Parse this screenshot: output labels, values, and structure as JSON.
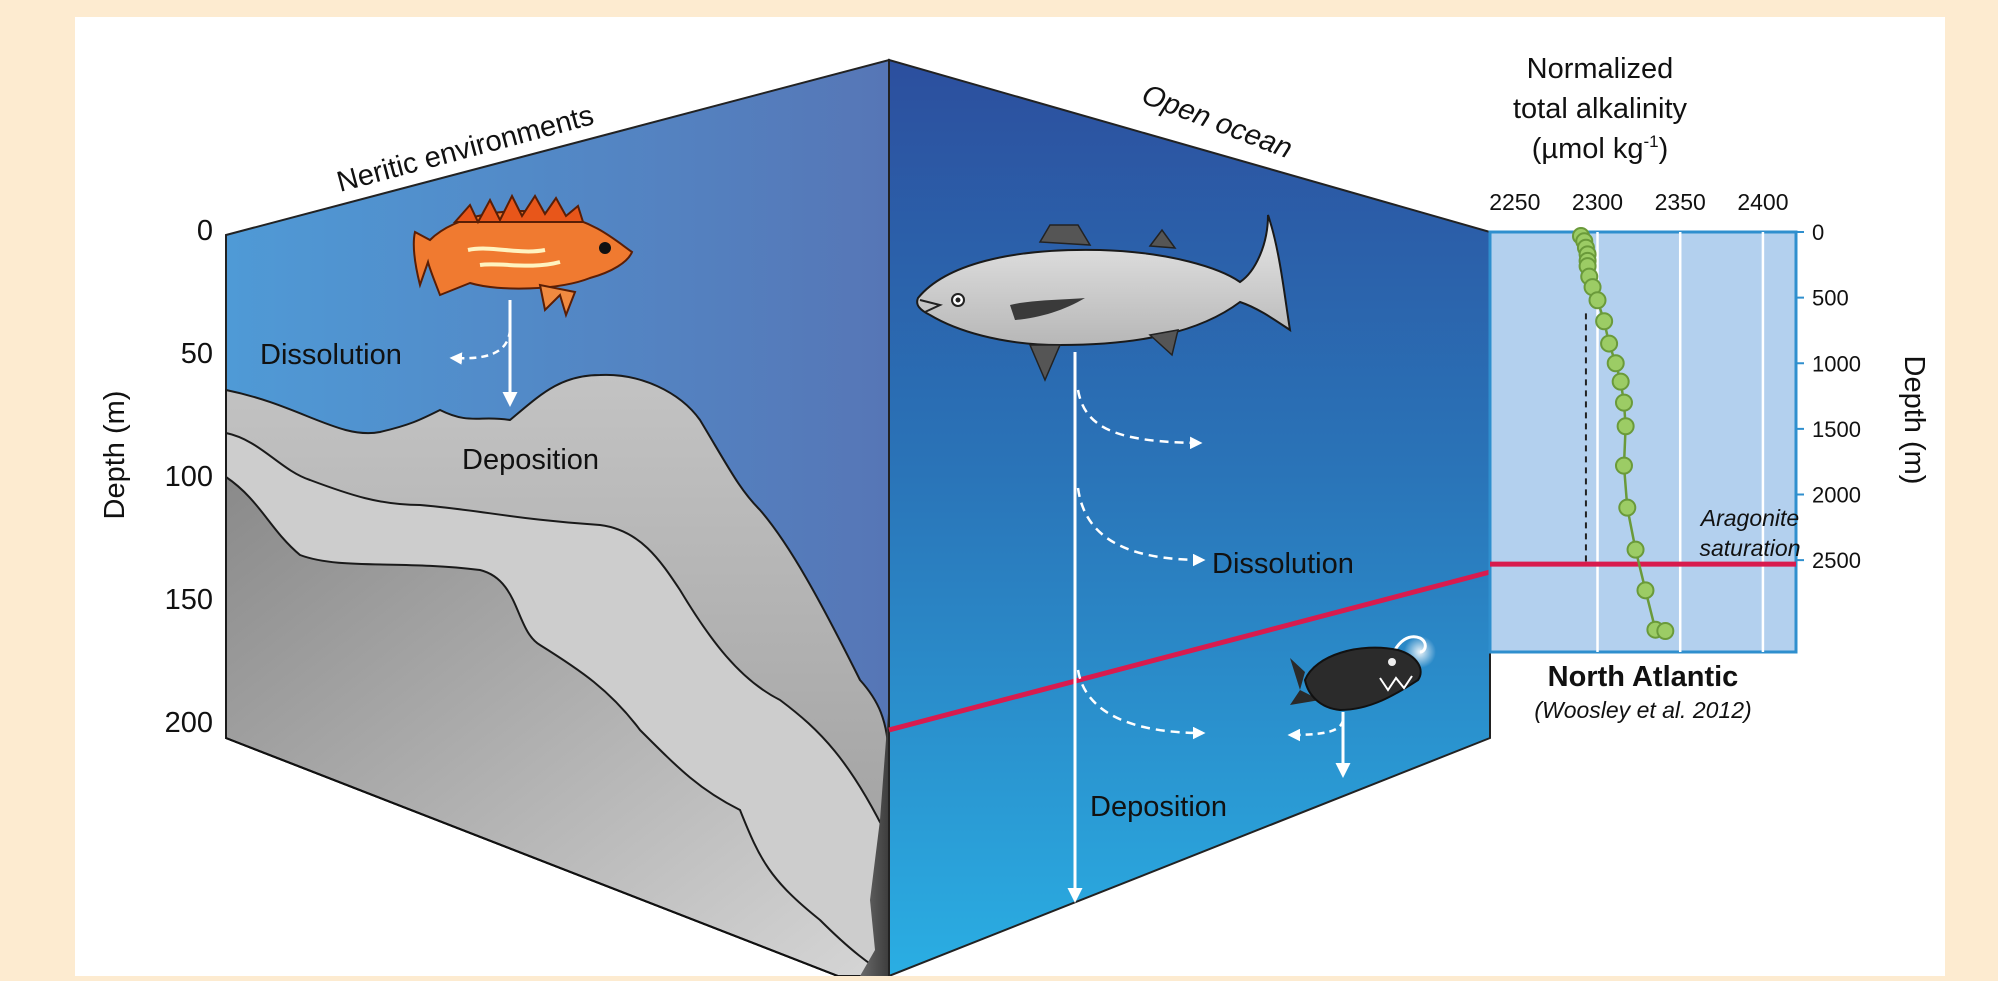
{
  "neritic": {
    "title": "Neritic environments",
    "depth_axis_label": "Depth (m)",
    "depth_ticks": [
      "0",
      "50",
      "100",
      "150",
      "200"
    ],
    "dissolution_label": "Dissolution",
    "deposition_label": "Deposition"
  },
  "open_ocean": {
    "title": "Open ocean",
    "dissolution_label": "Dissolution",
    "deposition_label": "Deposition"
  },
  "chart": {
    "title_line1": "Normalized",
    "title_line2": "total alkalinity",
    "unit_prefix": "(µmol kg",
    "unit_sup": "-1",
    "unit_suffix": ")",
    "region": "North Atlantic",
    "citation": "(Woosley et al. 2012)",
    "annotation_line1": "Aragonite",
    "annotation_line2": "saturation",
    "depth_label": "Depth (m)"
  },
  "colors": {
    "background": "#fdebd0",
    "panel": "#ffffff",
    "saturation_line": "#d81b4e",
    "profile_points": "#9ccc65",
    "profile_line": "#6a9a3a",
    "chart_background": "#b3d0ee"
  },
  "chart_data": {
    "type": "scatter",
    "xlabel": "Normalized total alkalinity (µmol kg-1)",
    "ylabel": "Depth (m)",
    "x_ticks": [
      2250,
      2300,
      2350,
      2400
    ],
    "y_ticks": [
      0,
      500,
      1000,
      1500,
      2000,
      2500
    ],
    "xlim": [
      2235,
      2420
    ],
    "ylim": [
      3200,
      0
    ],
    "y_inverted": true,
    "grid": true,
    "series": [
      {
        "name": "North Atlantic",
        "x": [
          2290,
          2292,
          2293,
          2294,
          2294,
          2294,
          2295,
          2297,
          2300,
          2304,
          2307,
          2311,
          2314,
          2316,
          2317,
          2316,
          2318,
          2323,
          2329,
          2335,
          2341
        ],
        "y": [
          30,
          70,
          120,
          170,
          220,
          260,
          340,
          420,
          520,
          680,
          850,
          1000,
          1140,
          1300,
          1480,
          1780,
          2100,
          2420,
          2730,
          3030,
          3040
        ]
      }
    ],
    "reference_lines": [
      {
        "label": "Aragonite saturation",
        "orientation": "horizontal",
        "y": 2530
      },
      {
        "label": "",
        "orientation": "vertical-dashed",
        "x": 2293,
        "y_range": [
          620,
          2530
        ]
      }
    ]
  }
}
